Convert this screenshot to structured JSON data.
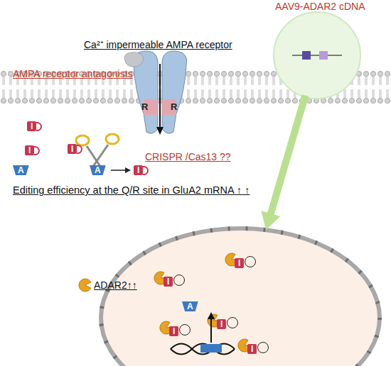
{
  "diagram": {
    "nodes": [
      {
        "text": [
          "AAV9-ADAR2 cDNA"
        ]
      },
      {
        "text": [
          "Ca²⁺ impermeable AMPA receptor"
        ]
      },
      {
        "text": [
          "ADAR2↑↑"
        ]
      }
    ],
    "edges": [
      {
        "from": 0,
        "to": 2,
        "arrow": "to"
      }
    ],
    "labels": [
      "AMPA receptor antagonists",
      "R",
      "R",
      "CRISPR /Cas13 ??",
      "I",
      "I",
      "I",
      "A",
      "A",
      "I",
      "Editing efficiency at the Q/R site in GluA2 mRNA ↑ ↑",
      "I",
      "I",
      "A",
      "I",
      "I",
      "I"
    ]
  }
}
